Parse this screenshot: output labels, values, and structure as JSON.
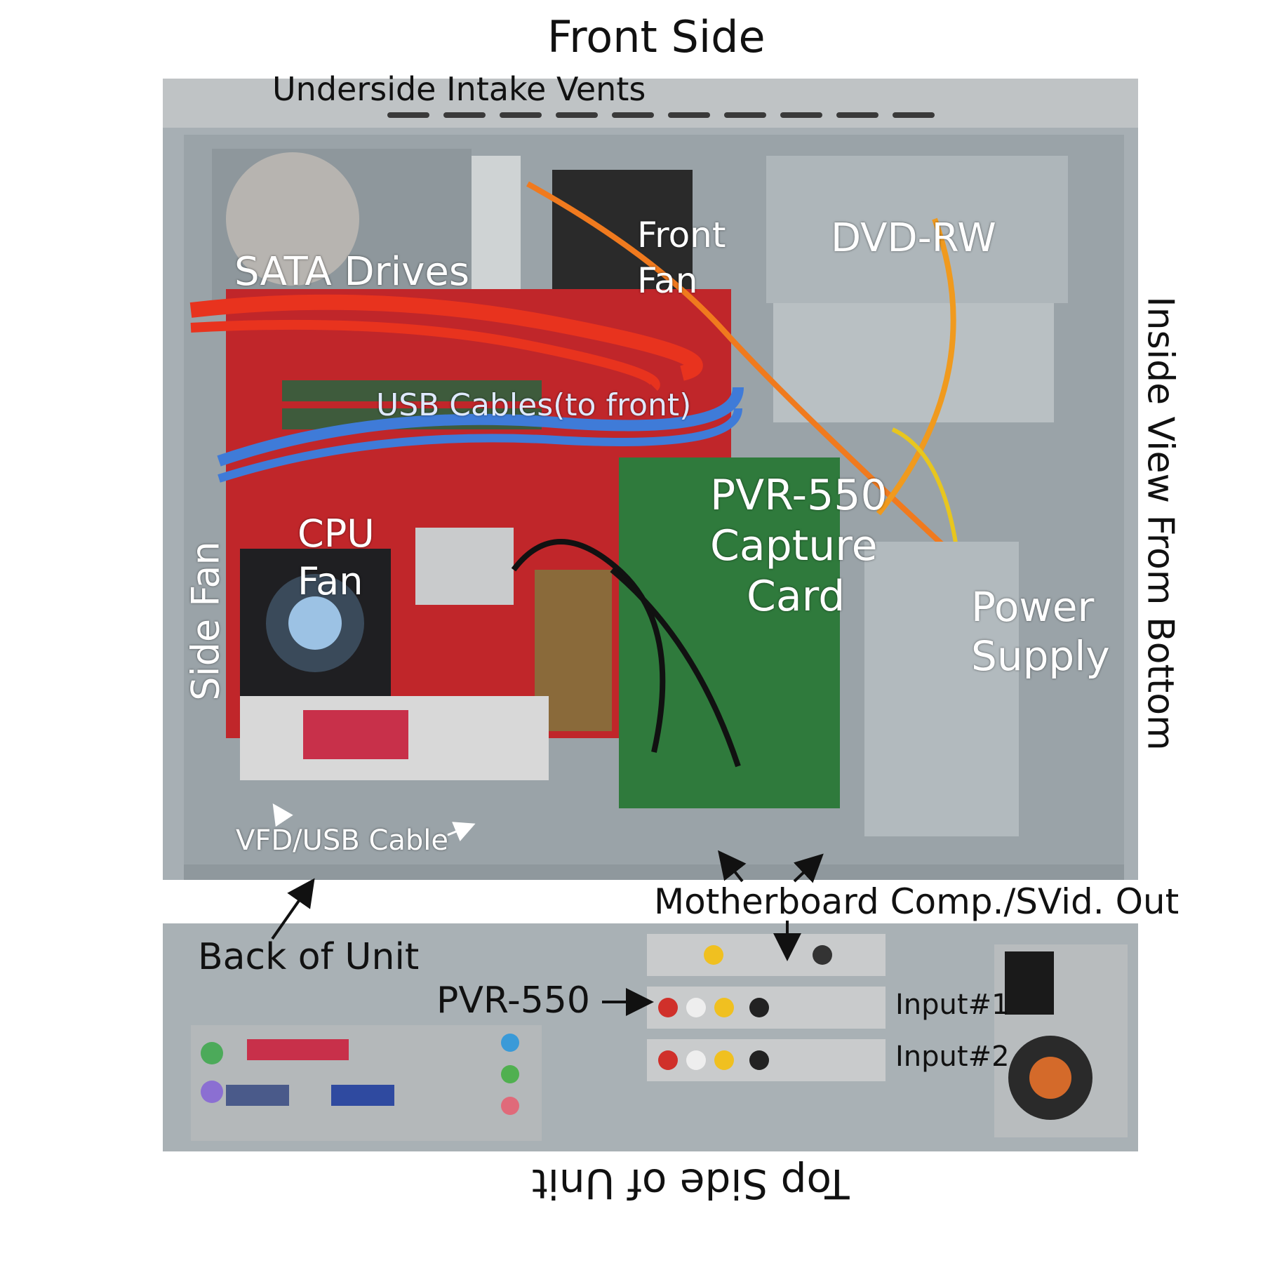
{
  "labels": {
    "front_side": "Front Side",
    "intake_vents": "Underside Intake Vents",
    "sata_drives": "SATA Drives",
    "front_fan_1": "Front",
    "front_fan_2": "Fan",
    "dvd_rw": "DVD-RW",
    "usb_cables": "USB Cables(to front)",
    "cpu_fan_1": "CPU",
    "cpu_fan_2": "Fan",
    "pvr_card_1": "PVR-550",
    "pvr_card_2": "Capture",
    "pvr_card_3": "Card",
    "power_supply_1": "Power",
    "power_supply_2": "Supply",
    "side_fan": "Side Fan",
    "inside_view": "Inside View From Bottom",
    "vfd_usb_cable": "VFD/USB Cable",
    "mb_out": "Motherboard Comp./SVid. Out",
    "back_of_unit": "Back of Unit",
    "pvr_back": "PVR-550",
    "input1": "Input#1",
    "input2": "Input#2",
    "top_side": "Top Side of Unit"
  },
  "colors": {
    "chassis": "#a9b1b5",
    "motherboard": "#c0262a",
    "capture_card": "#2f7a3c",
    "sata_cable": "#e8331e",
    "usb_cable": "#3f7bd8"
  }
}
